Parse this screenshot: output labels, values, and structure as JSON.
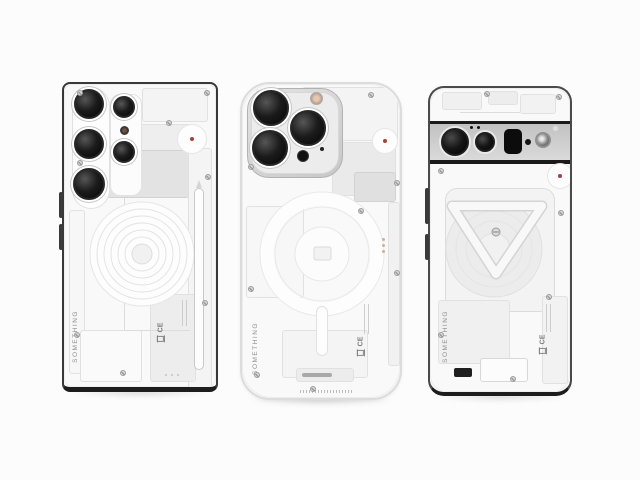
{
  "scene": {
    "background_color": "#fcfcfc"
  },
  "skin": {
    "brand_text": "SOMETHING",
    "accent_dot_color": "#a8403c"
  },
  "phones": [
    {
      "brand_text": "SOMETHING",
      "ce_mark": "CE"
    },
    {
      "brand_text": "SOMETHING",
      "ce_mark": "CE"
    },
    {
      "brand_text": "SOMETHING",
      "ce_mark": "CE"
    }
  ]
}
